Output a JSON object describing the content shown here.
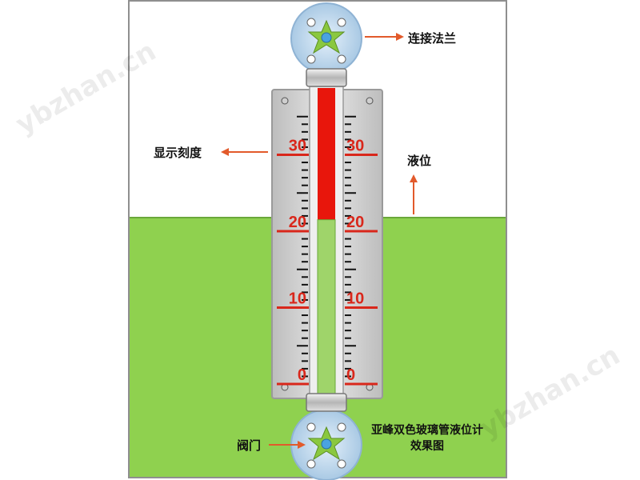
{
  "labels": {
    "flange": "连接法兰",
    "scale": "显示刻度",
    "level": "液位",
    "valve": "阀门",
    "caption_line1": "亚峰双色玻璃管液位计",
    "caption_line2": "效果图"
  },
  "scale": {
    "numbers": [
      "0",
      "10",
      "20",
      "30"
    ],
    "min": 0,
    "max": 35,
    "minor_step": 1
  },
  "level_value": 21.5,
  "watermark": "ybzhan.cn",
  "colors": {
    "liquid": "#8fd14f",
    "tube_upper": "#e8160c",
    "tube_lower": "#9fd46a",
    "scale_text": "#d9271b",
    "arrow": "#e25a2b",
    "plate": "#d7d7d7",
    "flange": "#bcd8ee",
    "star": "#8ac83f"
  }
}
